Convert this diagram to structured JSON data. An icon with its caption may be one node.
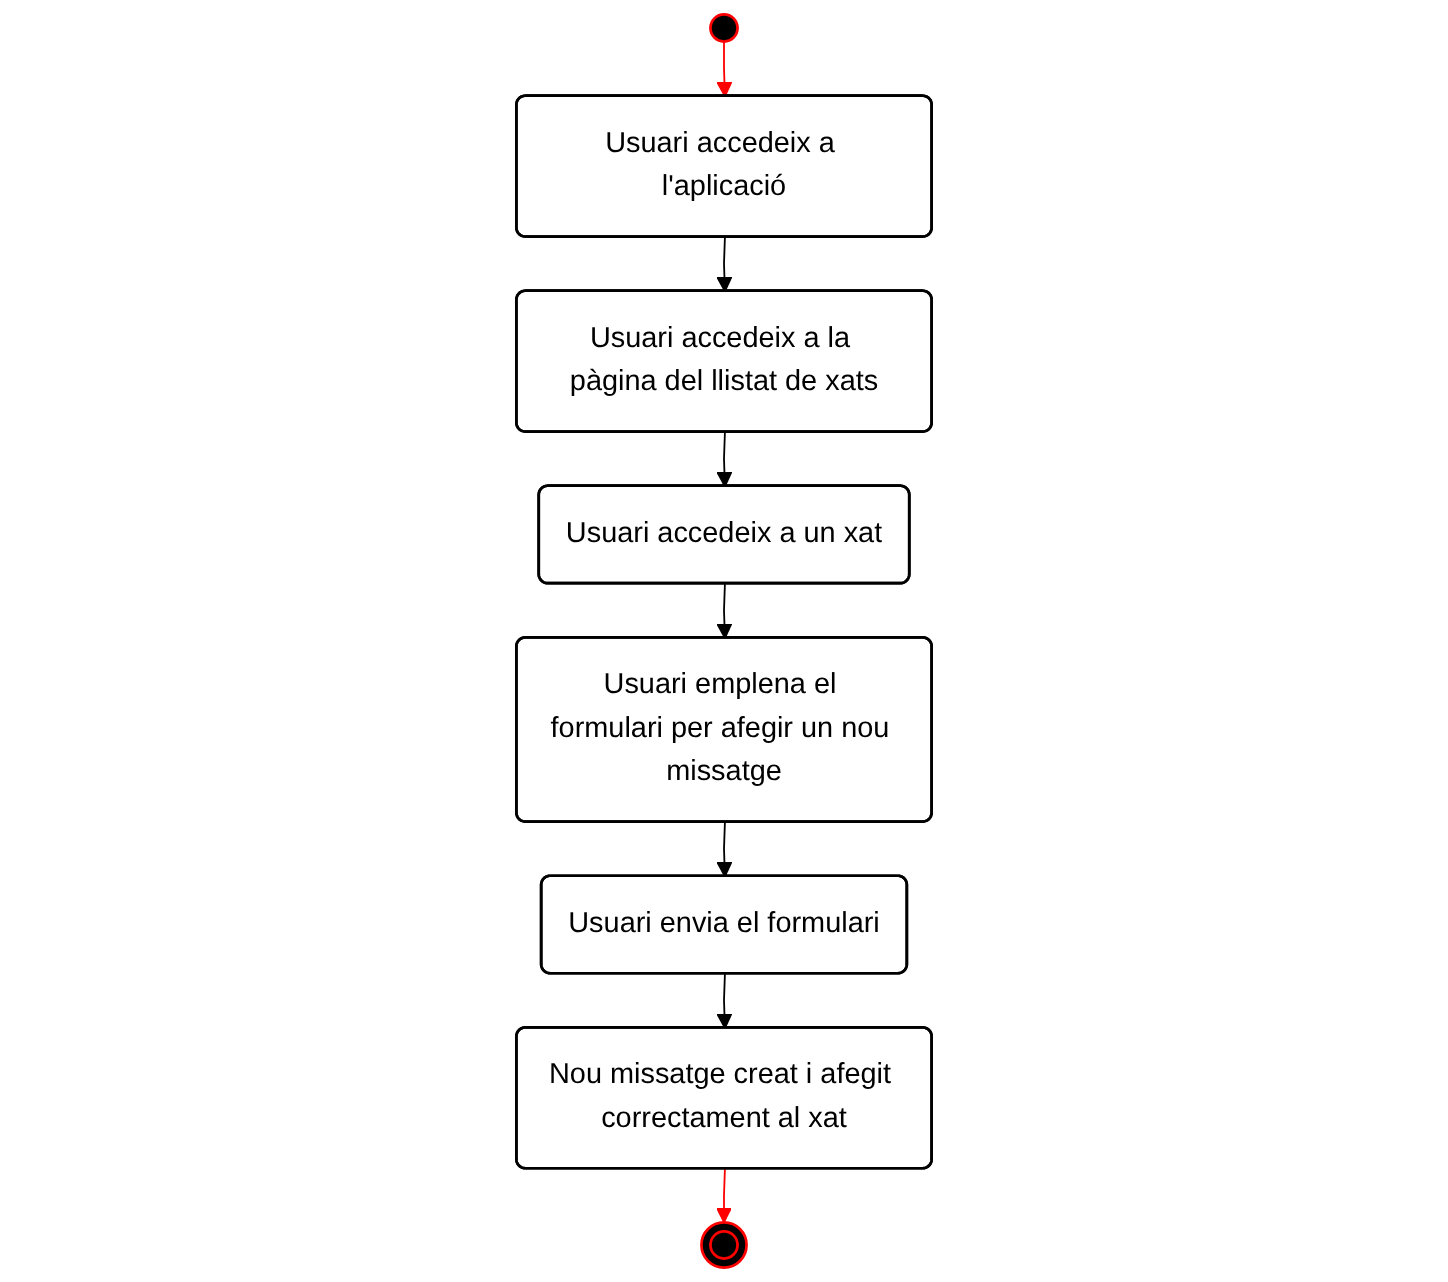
{
  "diagram": {
    "nodes": [
      {
        "text": [],
        "shape": "circle"
      },
      {
        "text": [
          "Usuari accedeix a l'aplicació"
        ]
      },
      {
        "text": [
          "Usuari accedeix a la pàgina del llistat de xats"
        ]
      },
      {
        "text": [
          "Usuari accedeix a un xat"
        ]
      },
      {
        "text": [
          "Usuari emplena el formulari per afegir un nou missatge"
        ]
      },
      {
        "text": [
          "Usuari envia el formulari"
        ]
      },
      {
        "text": [
          "Nou missatge creat i afegit correctament al xat"
        ]
      },
      {
        "text": [],
        "shape": "circle"
      }
    ],
    "edges": [
      {
        "from": 0,
        "to": 1,
        "arrow": "to",
        "color": "#ff0000"
      },
      {
        "from": 1,
        "to": 2,
        "arrow": "to"
      },
      {
        "from": 2,
        "to": 3,
        "arrow": "to"
      },
      {
        "from": 3,
        "to": 4,
        "arrow": "to"
      },
      {
        "from": 4,
        "to": 5,
        "arrow": "to"
      },
      {
        "from": 5,
        "to": 6,
        "arrow": "to"
      },
      {
        "from": 6,
        "to": 7,
        "arrow": "to",
        "color": "#ff0000"
      }
    ]
  }
}
